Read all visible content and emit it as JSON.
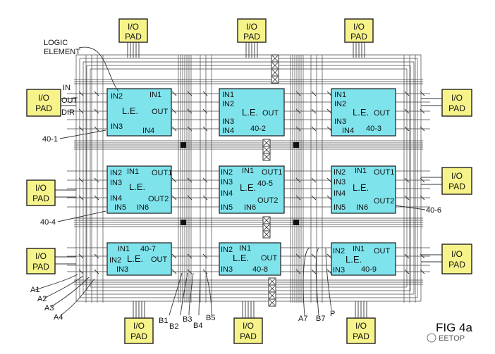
{
  "figure_label": "FIG 4a",
  "watermark": "EETOP",
  "logic_element_callout": [
    "LOGIC",
    "ELEMENT"
  ],
  "pad_text": [
    "I/O",
    "PAD"
  ],
  "io_signal_labels": [
    "IN",
    "OUT",
    "DIR"
  ],
  "le_text": "L.E.",
  "logic_elements": [
    {
      "ref": "40-1",
      "label": "IN2|IN1|OUT|IN3|IN4"
    },
    {
      "ref": "40-2",
      "label": "IN1|IN2|OUT|IN3|IN4"
    },
    {
      "ref": "40-3",
      "label": "IN1|IN2|OUT|IN3|IN4"
    },
    {
      "ref": "40-4",
      "label": "IN2|IN1|OUT1|IN3|IN4|OUT2|IN5|IN6"
    },
    {
      "ref": "40-5",
      "label": "IN2|IN1|OUT1|IN3|IN4|OUT2|IN5|IN6"
    },
    {
      "ref": "40-6",
      "label": "IN2|IN1|OUT1|IN3|IN4|OUT2|IN5|IN6"
    },
    {
      "ref": "40-7",
      "label": "IN1|IN2|OUT|IN3"
    },
    {
      "ref": "40-8",
      "label": "IN2|IN1|OUT|IN3"
    },
    {
      "ref": "40-9",
      "label": "IN2|IN1|OUT|IN3"
    }
  ],
  "signal_labels": {
    "left": [
      "A1",
      "A2",
      "A3",
      "A4"
    ],
    "bottom": [
      "B1",
      "B2",
      "B3",
      "B4",
      "B5",
      "A7",
      "B7",
      "P"
    ]
  }
}
